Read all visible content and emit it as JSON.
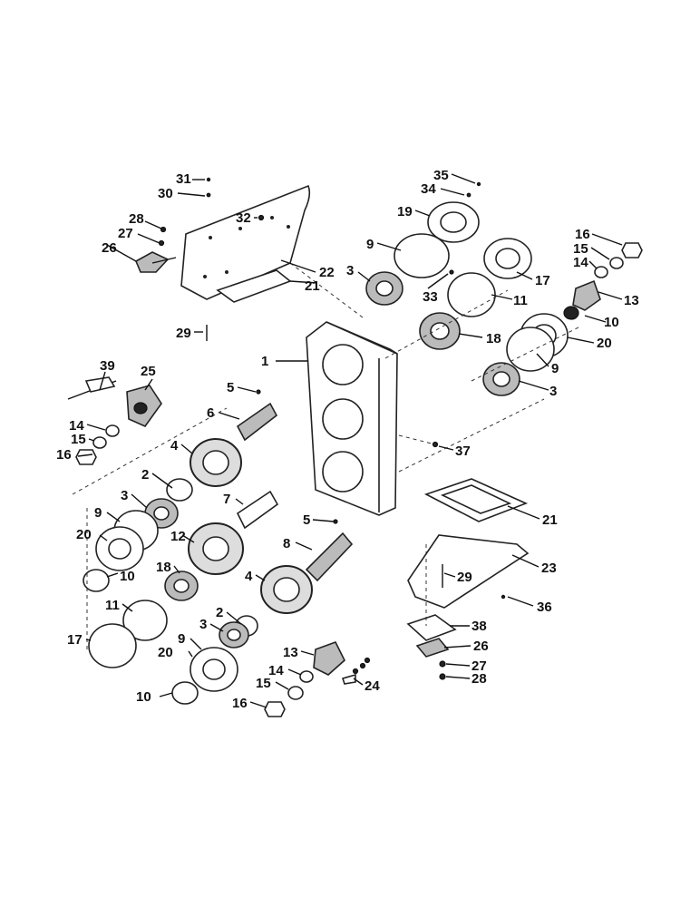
{
  "callouts": [
    {
      "id": "c1",
      "text": "1"
    },
    {
      "id": "c2a",
      "text": "2"
    },
    {
      "id": "c2b",
      "text": "2"
    },
    {
      "id": "c3a",
      "text": "3"
    },
    {
      "id": "c3b",
      "text": "3"
    },
    {
      "id": "c3c",
      "text": "3"
    },
    {
      "id": "c3d",
      "text": "3"
    },
    {
      "id": "c4a",
      "text": "4"
    },
    {
      "id": "c4b",
      "text": "4"
    },
    {
      "id": "c5a",
      "text": "5"
    },
    {
      "id": "c5b",
      "text": "5"
    },
    {
      "id": "c6",
      "text": "6"
    },
    {
      "id": "c7",
      "text": "7"
    },
    {
      "id": "c8",
      "text": "8"
    },
    {
      "id": "c9a",
      "text": "9"
    },
    {
      "id": "c9b",
      "text": "9"
    },
    {
      "id": "c9c",
      "text": "9"
    },
    {
      "id": "c9d",
      "text": "9"
    },
    {
      "id": "c10a",
      "text": "10"
    },
    {
      "id": "c10b",
      "text": "10"
    },
    {
      "id": "c10c",
      "text": "10"
    },
    {
      "id": "c11a",
      "text": "11"
    },
    {
      "id": "c11b",
      "text": "11"
    },
    {
      "id": "c12",
      "text": "12"
    },
    {
      "id": "c13a",
      "text": "13"
    },
    {
      "id": "c13b",
      "text": "13"
    },
    {
      "id": "c14a",
      "text": "14"
    },
    {
      "id": "c14b",
      "text": "14"
    },
    {
      "id": "c14c",
      "text": "14"
    },
    {
      "id": "c15a",
      "text": "15"
    },
    {
      "id": "c15b",
      "text": "15"
    },
    {
      "id": "c15c",
      "text": "15"
    },
    {
      "id": "c16a",
      "text": "16"
    },
    {
      "id": "c16b",
      "text": "16"
    },
    {
      "id": "c16c",
      "text": "16"
    },
    {
      "id": "c17a",
      "text": "17"
    },
    {
      "id": "c17b",
      "text": "17"
    },
    {
      "id": "c18a",
      "text": "18"
    },
    {
      "id": "c18b",
      "text": "18"
    },
    {
      "id": "c19",
      "text": "19"
    },
    {
      "id": "c20a",
      "text": "20"
    },
    {
      "id": "c20b",
      "text": "20"
    },
    {
      "id": "c20c",
      "text": "20"
    },
    {
      "id": "c21a",
      "text": "21"
    },
    {
      "id": "c21b",
      "text": "21"
    },
    {
      "id": "c22",
      "text": "22"
    },
    {
      "id": "c23",
      "text": "23"
    },
    {
      "id": "c24",
      "text": "24"
    },
    {
      "id": "c25",
      "text": "25"
    },
    {
      "id": "c26a",
      "text": "26"
    },
    {
      "id": "c26b",
      "text": "26"
    },
    {
      "id": "c27a",
      "text": "27"
    },
    {
      "id": "c27b",
      "text": "27"
    },
    {
      "id": "c28a",
      "text": "28"
    },
    {
      "id": "c28b",
      "text": "28"
    },
    {
      "id": "c29a",
      "text": "29"
    },
    {
      "id": "c29b",
      "text": "29"
    },
    {
      "id": "c30",
      "text": "30"
    },
    {
      "id": "c31",
      "text": "31"
    },
    {
      "id": "c32",
      "text": "32"
    },
    {
      "id": "c33",
      "text": "33"
    },
    {
      "id": "c34",
      "text": "34"
    },
    {
      "id": "c35",
      "text": "35"
    },
    {
      "id": "c36",
      "text": "36"
    },
    {
      "id": "c37",
      "text": "37"
    },
    {
      "id": "c38",
      "text": "38"
    },
    {
      "id": "c39",
      "text": "39"
    }
  ]
}
